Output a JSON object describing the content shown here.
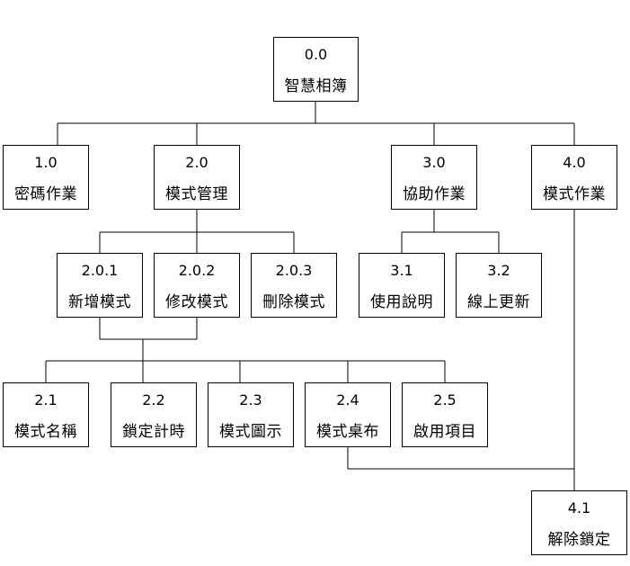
{
  "nodes": [
    {
      "id": "n0_0",
      "num": "0.0",
      "label": "智慧相簿"
    },
    {
      "id": "n1_0",
      "num": "1.0",
      "label": "密碼作業"
    },
    {
      "id": "n2_0",
      "num": "2.0",
      "label": "模式管理"
    },
    {
      "id": "n3_0",
      "num": "3.0",
      "label": "協助作業"
    },
    {
      "id": "n4_0",
      "num": "4.0",
      "label": "模式作業"
    },
    {
      "id": "n2_0_1",
      "num": "2.0.1",
      "label": "新增模式"
    },
    {
      "id": "n2_0_2",
      "num": "2.0.2",
      "label": "修改模式"
    },
    {
      "id": "n2_0_3",
      "num": "2.0.3",
      "label": "刪除模式"
    },
    {
      "id": "n3_1",
      "num": "3.1",
      "label": "使用說明"
    },
    {
      "id": "n3_2",
      "num": "3.2",
      "label": "線上更新"
    },
    {
      "id": "n2_1",
      "num": "2.1",
      "label": "模式名稱"
    },
    {
      "id": "n2_2",
      "num": "2.2",
      "label": "鎖定計時"
    },
    {
      "id": "n2_3",
      "num": "2.3",
      "label": "模式圖示"
    },
    {
      "id": "n2_4",
      "num": "2.4",
      "label": "模式桌布"
    },
    {
      "id": "n2_5",
      "num": "2.5",
      "label": "啟用項目"
    },
    {
      "id": "n4_1",
      "num": "4.1",
      "label": "解除鎖定"
    }
  ]
}
